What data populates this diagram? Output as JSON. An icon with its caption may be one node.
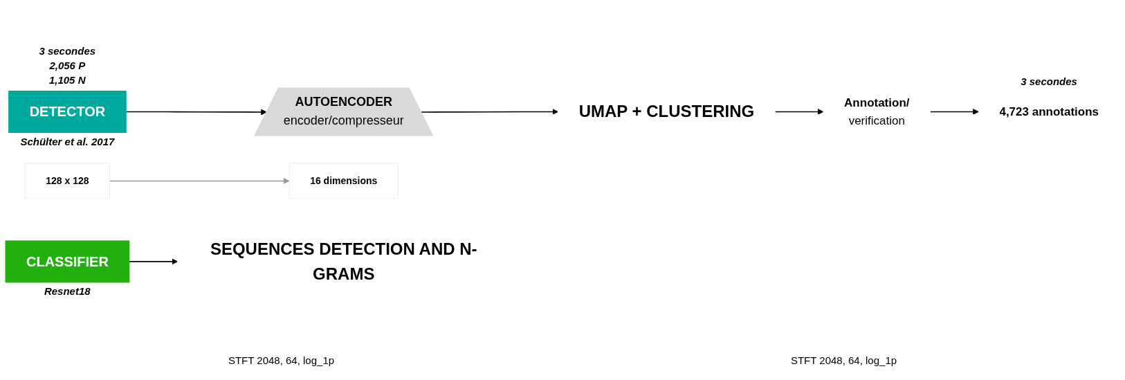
{
  "diagram": {
    "nodes": [
      {
        "text": [
          "DETECTOR"
        ],
        "beside": [
          "3 secondes",
          "2,056 P",
          "1,105 N",
          "Schülter et al. 2017"
        ]
      },
      {
        "text": [
          "AUTOENCODER",
          "encoder/compresseur"
        ]
      },
      {
        "text": [
          "128 x 128"
        ]
      },
      {
        "text": [
          "16 dimensions"
        ]
      },
      {
        "text": [
          "UMAP + CLUSTERING"
        ]
      },
      {
        "text": [
          "Annotation/",
          "verification"
        ]
      },
      {
        "text": [
          "4,723 annotations"
        ],
        "beside": [
          "3 secondes"
        ]
      },
      {
        "text": [
          "CLASSIFIER"
        ],
        "beside": [
          "Resnet18"
        ]
      },
      {
        "text": [
          "SEQUENCES DETECTION AND N-GRAMS"
        ]
      }
    ],
    "edges": [
      {
        "from": 0,
        "to": 1,
        "arrow": "to"
      },
      {
        "from": 2,
        "to": 3,
        "arrow": "to",
        "color": "#999999"
      },
      {
        "from": 1,
        "to": 4,
        "arrow": "to"
      },
      {
        "from": 4,
        "to": 5,
        "arrow": "to"
      },
      {
        "from": 5,
        "to": 6,
        "arrow": "to"
      },
      {
        "from": 7,
        "to": 8,
        "arrow": "to"
      }
    ],
    "labels": [
      "STFT 2048, 64, log_1p",
      "STFT 2048, 64, log_1p"
    ]
  }
}
